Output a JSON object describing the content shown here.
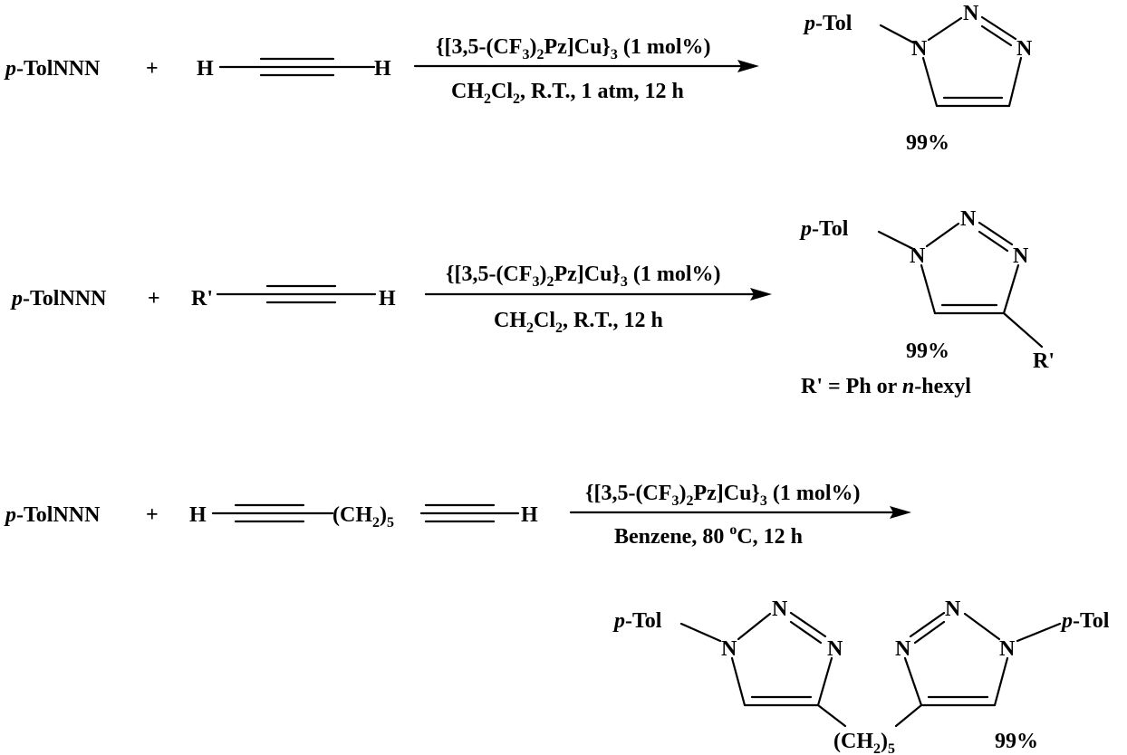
{
  "reactions": [
    {
      "reagent": {
        "prefix": "p",
        "suffix": "-TolNNN"
      },
      "plus": "+",
      "alkyne": {
        "left": "H",
        "right": "H"
      },
      "conditions": {
        "line1": {
          "a": "{[3,5-(CF",
          "sub1": "3",
          "b": ")",
          "sub2": "2",
          "c": "Pz]Cu}",
          "sub3": "3",
          "d": " (1 mol%)"
        },
        "line2": {
          "a": "CH",
          "sub1": "2",
          "b": "Cl",
          "sub2": "2",
          "c": ", R.T., 1 atm, 12 h"
        }
      },
      "product": {
        "substituent": {
          "prefix": "p",
          "suffix": "-Tol"
        },
        "atom_n": "N",
        "yield": "99%"
      }
    },
    {
      "reagent": {
        "prefix": "p",
        "suffix": "-TolNNN"
      },
      "plus": "+",
      "alkyne": {
        "left": "R'",
        "right": "H"
      },
      "conditions": {
        "line1": {
          "a": "{[3,5-(CF",
          "sub1": "3",
          "b": ")",
          "sub2": "2",
          "c": "Pz]Cu}",
          "sub3": "3",
          "d": " (1 mol%)"
        },
        "line2": {
          "a": "CH",
          "sub1": "2",
          "b": "Cl",
          "sub2": "2",
          "c": ", R.T., 12 h"
        }
      },
      "product": {
        "substituent": {
          "prefix": "p",
          "suffix": "-Tol"
        },
        "atom_n": "N",
        "r_group": "R'",
        "yield": "99%",
        "note": {
          "a": "R' = Ph or ",
          "italic": "n",
          "b": "-hexyl"
        }
      }
    },
    {
      "reagent": {
        "prefix": "p",
        "suffix": "-TolNNN"
      },
      "plus": "+",
      "alkyne": {
        "left": "H",
        "linker": "(CH",
        "linker_sub1": "2",
        "linker_close": ")",
        "linker_sub2": "5",
        "right": "H"
      },
      "conditions": {
        "line1": {
          "a": "{[3,5-(CF",
          "sub1": "3",
          "b": ")",
          "sub2": "2",
          "c": "Pz]Cu}",
          "sub3": "3",
          "d": " (1 mol%)"
        },
        "line2": {
          "a": "Benzene, 80 ",
          "sup": "o",
          "b": "C, 12 h"
        }
      },
      "product": {
        "substituent": {
          "prefix": "p",
          "suffix": "-Tol"
        },
        "atom_n": "N",
        "linker": "(CH",
        "linker_sub1": "2",
        "linker_close": ")",
        "linker_sub2": "5",
        "yield": "99%"
      }
    }
  ]
}
